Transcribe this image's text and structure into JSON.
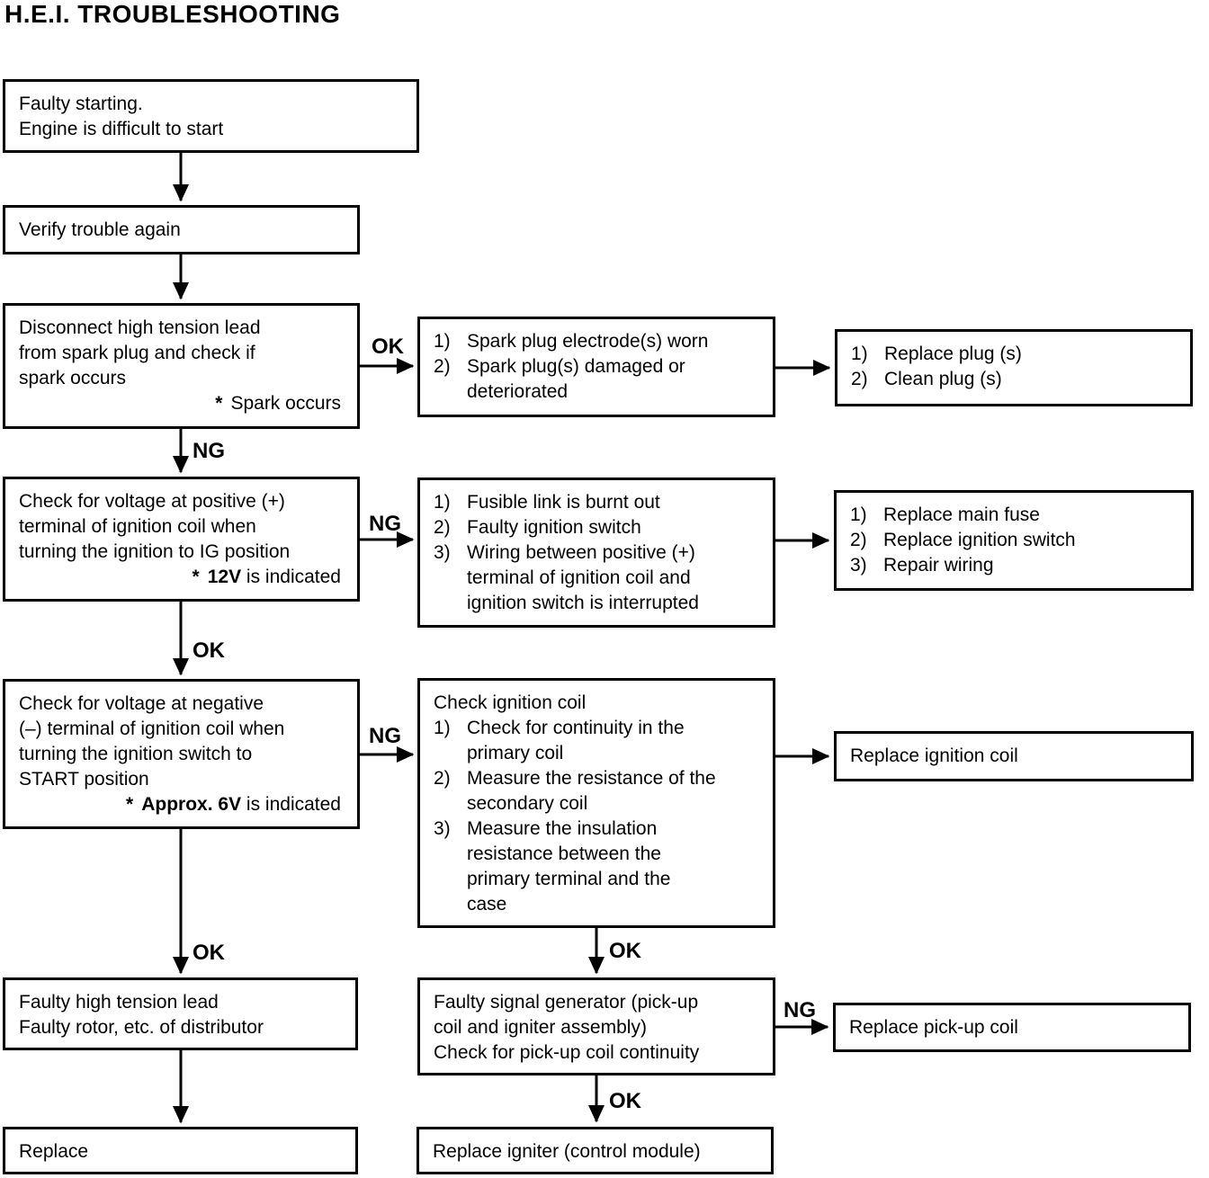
{
  "title": "H.E.I. TROUBLESHOOTING",
  "edge_labels": {
    "ok": "OK",
    "ng": "NG"
  },
  "nodes": {
    "faulty_starting": {
      "lines": [
        "Faulty starting.",
        "Engine is difficult to start"
      ]
    },
    "verify_trouble": {
      "text": "Verify trouble again"
    },
    "disconnect_lead": {
      "lines": [
        "Disconnect high tension lead",
        "from spark plug and check if",
        "spark occurs"
      ],
      "note": {
        "star": "*",
        "rest": "Spark occurs"
      }
    },
    "spark_plug_diag": {
      "rows": [
        {
          "n": "1)",
          "t": "Spark plug electrode(s) worn"
        },
        {
          "n": "2)",
          "t": "Spark plug(s) damaged or"
        },
        {
          "n": "",
          "t": "deteriorated"
        }
      ]
    },
    "replace_clean_plug": {
      "rows": [
        {
          "n": "1)",
          "t": "Replace plug (s)"
        },
        {
          "n": "2)",
          "t": "Clean plug (s)"
        }
      ]
    },
    "check_positive": {
      "lines": [
        "Check for voltage at positive (+)",
        "terminal of ignition coil when",
        "turning the ignition to IG position"
      ],
      "note": {
        "star": "*",
        "bold": "12V",
        "rest": " is indicated"
      }
    },
    "fusible_link_diag": {
      "rows": [
        {
          "n": "1)",
          "t": "Fusible link is burnt out"
        },
        {
          "n": "2)",
          "t": "Faulty ignition switch"
        },
        {
          "n": "3)",
          "t": "Wiring between positive (+)"
        },
        {
          "n": "",
          "t": "terminal of ignition coil and"
        },
        {
          "n": "",
          "t": "ignition switch is interrupted"
        }
      ]
    },
    "replace_fuse_switch_wiring": {
      "rows": [
        {
          "n": "1)",
          "t": "Replace main fuse"
        },
        {
          "n": "2)",
          "t": "Replace ignition switch"
        },
        {
          "n": "3)",
          "t": "Repair wiring"
        }
      ]
    },
    "check_negative": {
      "lines": [
        "Check for voltage at negative",
        "(–) terminal of ignition coil when",
        "turning the ignition switch to",
        "START position"
      ],
      "note": {
        "star": "*",
        "bold": "Approx. 6V",
        "rest": " is indicated"
      }
    },
    "check_ignition_coil": {
      "header": "Check ignition coil",
      "rows": [
        {
          "n": "1)",
          "t": "Check for continuity in the"
        },
        {
          "n": "",
          "t": "primary coil"
        },
        {
          "n": "2)",
          "t": "Measure the resistance of the"
        },
        {
          "n": "",
          "t": "secondary coil"
        },
        {
          "n": "3)",
          "t": "Measure the insulation"
        },
        {
          "n": "",
          "t": "resistance between the"
        },
        {
          "n": "",
          "t": "primary terminal and the"
        },
        {
          "n": "",
          "t": "case"
        }
      ]
    },
    "replace_ignition_coil": {
      "text": "Replace ignition coil"
    },
    "faulty_lead_rotor": {
      "lines": [
        "Faulty high tension lead",
        "Faulty rotor, etc. of distributor"
      ]
    },
    "replace_distributor": {
      "text": "Replace"
    },
    "faulty_signal_generator": {
      "lines": [
        "Faulty signal generator (pick-up",
        "coil and igniter assembly)",
        "Check for pick-up coil continuity"
      ]
    },
    "replace_pickup_coil": {
      "text": "Replace pick-up coil"
    },
    "replace_igniter": {
      "text": "Replace igniter (control module)"
    }
  }
}
